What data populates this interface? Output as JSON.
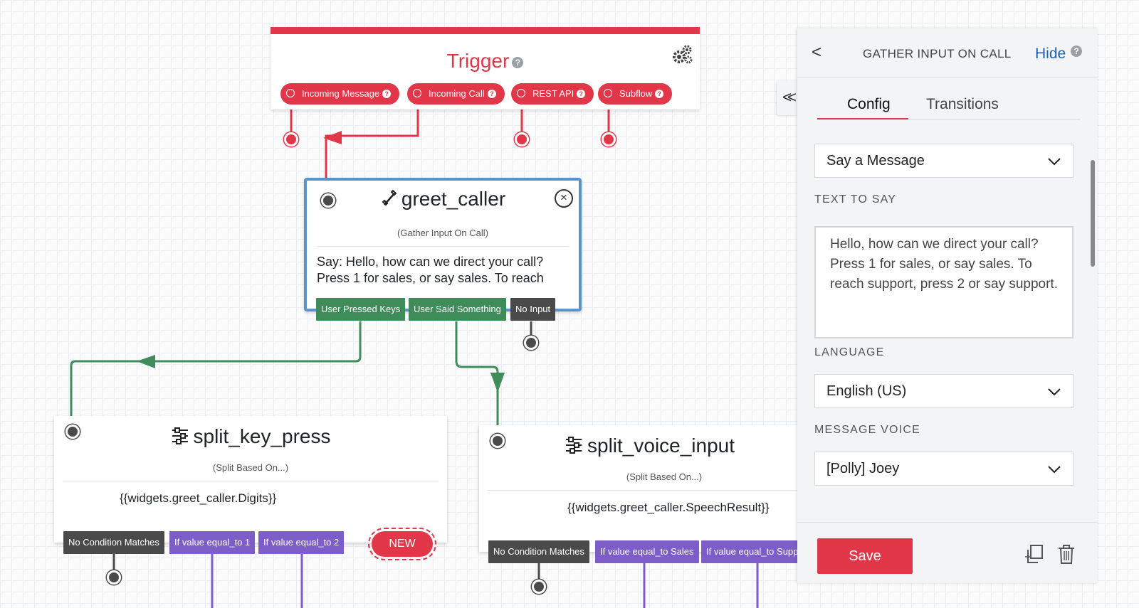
{
  "trigger": {
    "title": "Trigger",
    "help": "?",
    "pills": [
      {
        "label": "Incoming Message"
      },
      {
        "label": "Incoming Call"
      },
      {
        "label": "REST API"
      },
      {
        "label": "Subflow"
      }
    ]
  },
  "greet": {
    "title": "greet_caller",
    "subtitle": "(Gather Input On Call)",
    "body_line1": "Say: Hello, how can we direct your call?",
    "body_line2": "Press 1 for sales, or say sales. To reach",
    "transitions": [
      "User Pressed Keys",
      "User Said Something",
      "No Input"
    ]
  },
  "split_key": {
    "title": "split_key_press",
    "subtitle": "(Split Based On...)",
    "expression": "{{widgets.greet_caller.Digits}}",
    "transitions": [
      "No Condition Matches",
      "If value equal_to 1",
      "If value equal_to 2"
    ],
    "new_label": "NEW"
  },
  "split_voice": {
    "title": "split_voice_input",
    "subtitle": "(Split Based On...)",
    "expression": "{{widgets.greet_caller.SpeechResult}}",
    "transitions": [
      "No Condition Matches",
      "If value equal_to Sales",
      "If value equal_to Supp"
    ]
  },
  "panel": {
    "collapse": "<<",
    "back": "<",
    "title": "GATHER INPUT ON CALL",
    "hide": "Hide",
    "help": "?",
    "tabs": {
      "config": "Config",
      "transitions": "Transitions"
    },
    "say_select": "Say a Message",
    "text_to_say_label": "TEXT TO SAY",
    "text_to_say": "Hello, how can we direct your call? Press 1 for sales, or say sales. To reach support, press 2 or say support.",
    "language_label": "LANGUAGE",
    "language": "English (US)",
    "voice_label": "MESSAGE VOICE",
    "voice": "[Polly] Joey",
    "save": "Save"
  },
  "colors": {
    "red": "#e13748",
    "blue_border": "#5b93cc",
    "green": "#3e8c5a",
    "purple": "#7d5ec9",
    "dark": "#4a4a4a"
  }
}
